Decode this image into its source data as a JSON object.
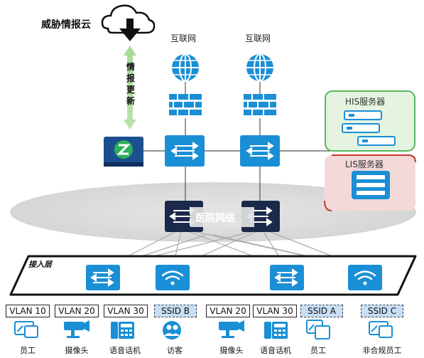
{
  "threat_cloud_label": "威胁情报云",
  "update_label": "情报更新",
  "internet_labels": [
    "互联网",
    "互联网"
  ],
  "his_server_label": "HIS服务器",
  "lis_server_label": "LIS服务器",
  "hospital_network_label": "医院网络",
  "access_layer_label": "接入层",
  "vlan_tags": [
    "VLAN 10",
    "VLAN 20",
    "VLAN 30",
    "SSID B",
    "VLAN 20",
    "VLAN 30",
    "SSID A",
    "SSID C"
  ],
  "endpoint_labels": [
    "员工",
    "摄像头",
    "语音话机",
    "访客",
    "摄像头",
    "语音话机",
    "员工",
    "非合规员工"
  ],
  "colors": {
    "device_blue": "#1a8fd6",
    "core_navy": "#1b2a4a",
    "his_green": "#58b85c",
    "lis_red": "#c0392b",
    "ssid_fill": "#c8def5"
  }
}
